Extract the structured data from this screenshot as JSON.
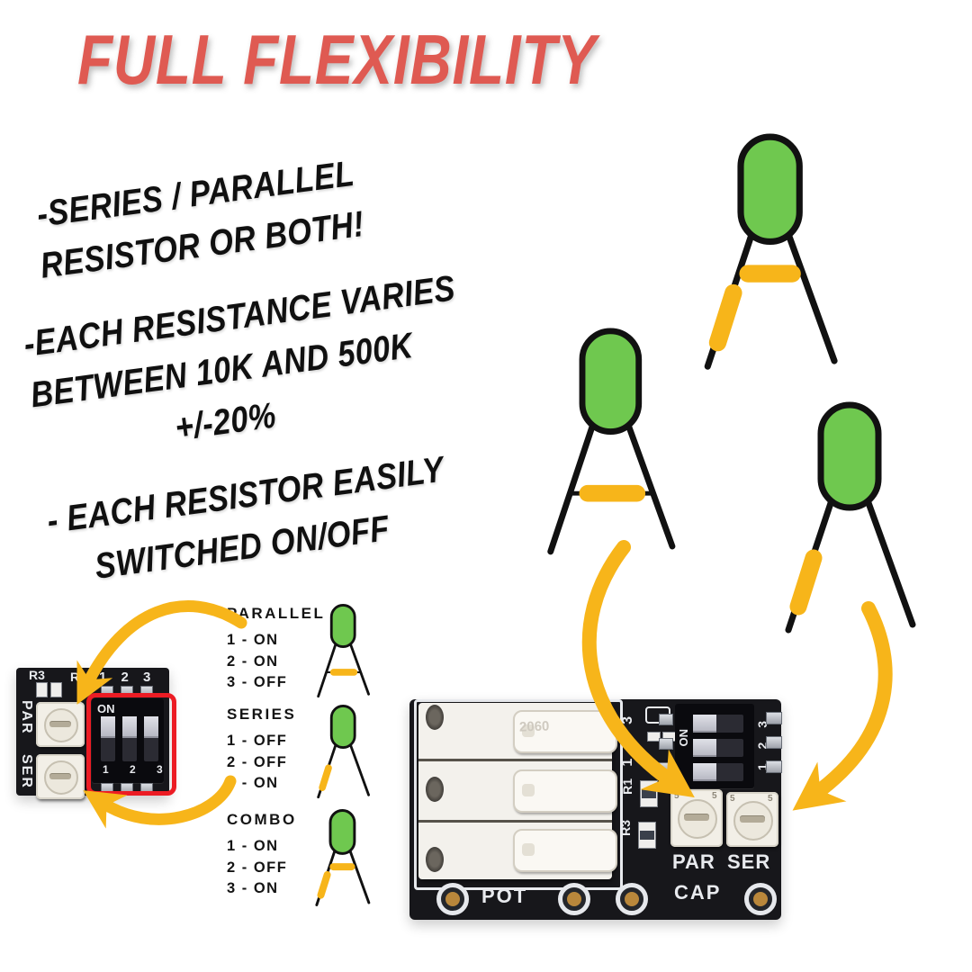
{
  "title": "FULL FLEXIBILITY",
  "bullets": [
    {
      "lines": [
        "-SERIES / PARALLEL",
        "RESISTOR OR BOTH!"
      ]
    },
    {
      "lines": [
        "-EACH RESISTANCE VARIES",
        "BETWEEN 10K AND 500K",
        "+/-20%"
      ]
    },
    {
      "lines": [
        "- EACH RESISTOR EASILY",
        "SWITCHED ON/OFF"
      ]
    }
  ],
  "legend": [
    {
      "name": "PARALLEL",
      "rows": [
        "1 - ON",
        "2 - ON",
        "3 - OFF"
      ],
      "icon": "capacitor-with-parallel-resistor"
    },
    {
      "name": "SERIES",
      "rows": [
        "1 - OFF",
        "2 - OFF",
        "3 - ON"
      ],
      "icon": "capacitor-with-series-resistor"
    },
    {
      "name": "COMBO",
      "rows": [
        "1 - ON",
        "2 - OFF",
        "3 - ON"
      ],
      "icon": "capacitor-with-series-and-parallel-resistor"
    }
  ],
  "small_pcb": {
    "labels": {
      "r3": "R3",
      "r1": "R1",
      "top_numbers": "1 2 3",
      "par": "PAR",
      "ser": "SER",
      "dip_on": "ON",
      "dip_numbers": "1 2 3"
    }
  },
  "large_pcb": {
    "labels": {
      "terminal_marking": "2060",
      "left_numbers": "1 2 3",
      "r1": "R1",
      "r3": "R3",
      "dip_on": "ON",
      "dip_numbers": "1 2 3",
      "par": "PAR",
      "ser": "SER",
      "cap": "CAP",
      "pot": "POT"
    },
    "trimpot_marks": [
      "5",
      "5"
    ]
  },
  "colors": {
    "accent_red": "#DF5A52",
    "text_black": "#101010",
    "component_green": "#6FC84F",
    "arrow_yellow": "#F7B51A",
    "pcb_black": "#17171B",
    "highlight_red": "#EC1C24",
    "silkscreen_white": "#E8EAEE"
  }
}
